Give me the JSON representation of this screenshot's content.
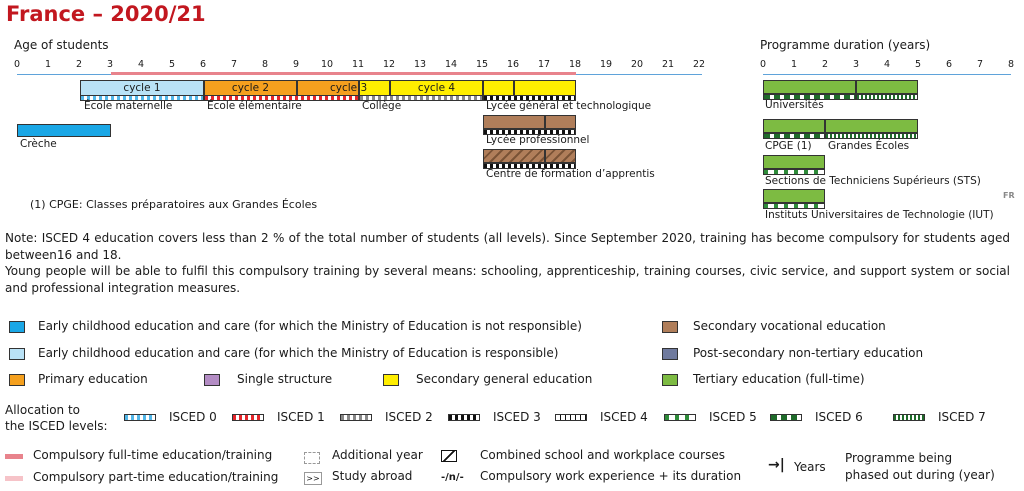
{
  "title": "France – 2020/21",
  "age": {
    "heading": "Age of students",
    "ticks": [
      "0",
      "1",
      "2",
      "3",
      "4",
      "5",
      "6",
      "7",
      "8",
      "9",
      "10",
      "11",
      "12",
      "13",
      "14",
      "15",
      "16",
      "17",
      "18",
      "19",
      "20",
      "21",
      "22"
    ]
  },
  "cycles": [
    "cycle 1",
    "cycle 2",
    "cycle 3",
    "cycle 4"
  ],
  "schools": {
    "creche": "Crèche",
    "maternelle": "École maternelle",
    "elementaire": "École élémentaire",
    "college": "Collège",
    "lycee_gt": "Lycée général et technologique",
    "lycee_pro": "Lycée professionnel",
    "cfa": "Centre de formation d’apprentis"
  },
  "programme": {
    "heading": "Programme duration (years)",
    "ticks": [
      "0",
      "1",
      "2",
      "3",
      "4",
      "5",
      "6",
      "7",
      "8"
    ],
    "universites": "Universités",
    "cpge": "CPGE (1)",
    "grandes_ecoles": "Grandes Écoles",
    "sts": "Sections de Techniciens Supérieurs (STS)",
    "iut": "Instituts Universitaires de Technologie (IUT)"
  },
  "country_code": "FR",
  "footnote": "(1) CPGE: Classes préparatoires aux Grandes Écoles",
  "notes": [
    "Note: ISCED 4 education covers less than 2 % of the total number of students (all levels). Since September 2020, training has become compulsory for students aged between16 and 18.",
    "Young people will be able to fulfil this compulsory training by several means: schooling, apprenticeship, training courses, civic service, and support system or social and professional integration measures."
  ],
  "legend": {
    "ecec_not": "Early childhood education and care (for which the Ministry of Education is not responsible)",
    "ecec_resp": "Early childhood education and care (for which the Ministry of Education is responsible)",
    "primary": "Primary education",
    "single": "Single structure",
    "secgen": "Secondary general education",
    "secvoc": "Secondary vocational education",
    "postsec": "Post-secondary non-tertiary education",
    "tertiary": "Tertiary education (full-time)"
  },
  "allocation": {
    "label_line1": "Allocation to",
    "label_line2": "the ISCED levels:",
    "levels": [
      "ISCED 0",
      "ISCED 1",
      "ISCED 2",
      "ISCED 3",
      "ISCED 4",
      "ISCED 5",
      "ISCED 6",
      "ISCED 7"
    ]
  },
  "bottom": {
    "full_time": "Compulsory full-time education/training",
    "part_time": "Compulsory part-time education/training",
    "additional_year": "Additional year",
    "study_abroad": "Study abroad",
    "combined": "Combined school and workplace courses",
    "work_exp": "Compulsory work experience + its duration",
    "work_exp_symbol": "-/n/-",
    "years": "Years",
    "phased_out_1": "Programme being",
    "phased_out_2": "phased out during (year)",
    "study_abroad_symbol": ">>"
  },
  "colors": {
    "title_red": "#c2171f",
    "ecec_not": "#1aa7e6",
    "ecec_resp": "#b9e2f6",
    "primary": "#f5a01e",
    "secgen": "#ffee00",
    "secvoc": "#b07e5a",
    "postsec": "#6f7a9e",
    "single": "#b38cc4",
    "tertiary": "#7dbb42",
    "compulsory_full": "#e8838c",
    "compulsory_part": "#f6c3c8"
  }
}
